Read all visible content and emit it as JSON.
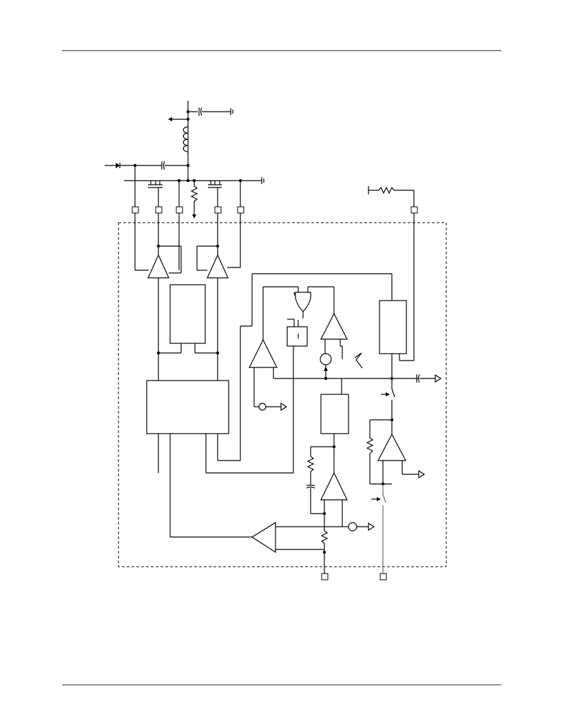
{
  "page": {
    "rule_color": "#333333"
  },
  "diagram": {
    "kind": "block-schematic",
    "line_color": "#000000",
    "secondary_line_color": "#6a6a6a",
    "boundary_style": "dashed",
    "components": [
      "capacitor-icon",
      "inductor-icon",
      "diode-icon",
      "ground-icon",
      "mosfet-icon",
      "resistor-icon",
      "amplifier-icon",
      "comparator-icon",
      "or-gate-icon",
      "switch-icon",
      "current-source-icon",
      "logic-block"
    ]
  }
}
